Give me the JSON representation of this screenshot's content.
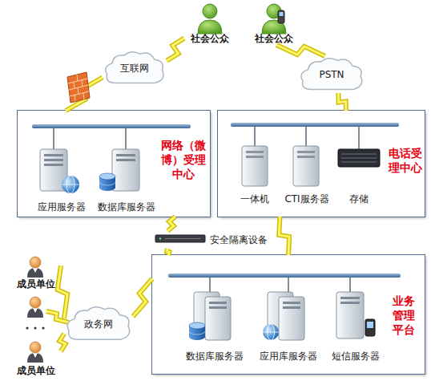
{
  "diagram": {
    "nodes": [
      {
        "text": [
          "社会公众"
        ]
      },
      {
        "text": [
          "社会公众"
        ]
      },
      {
        "text": [
          "互联网"
        ]
      },
      {
        "text": [
          "PSTN"
        ]
      },
      {
        "text": [
          "网络（微博）受理中心"
        ]
      },
      {
        "text": [
          "应用服务器"
        ],
        "in": 4
      },
      {
        "text": [
          "数据库服务器"
        ],
        "in": 4
      },
      {
        "text": [
          "电话受理中心"
        ]
      },
      {
        "text": [
          "一体机"
        ],
        "in": 7
      },
      {
        "text": [
          "CTI服务器"
        ],
        "in": 7
      },
      {
        "text": [
          "存储"
        ],
        "in": 7
      },
      {
        "text": [
          "安全隔离设备"
        ]
      },
      {
        "text": [
          "业务管理平台"
        ]
      },
      {
        "text": [
          "数据库服务器"
        ],
        "in": 12
      },
      {
        "text": [
          "应用库服务器"
        ],
        "in": 12
      },
      {
        "text": [
          "短信服务器"
        ],
        "in": 12
      },
      {
        "text": [
          "成员单位"
        ]
      },
      {
        "text": [
          "政务网"
        ]
      },
      {
        "text": [
          "成员单位"
        ]
      }
    ],
    "edges": [
      {
        "from": 0,
        "to": 2,
        "arrow": "none"
      },
      {
        "from": 1,
        "to": 3,
        "arrow": "none"
      },
      {
        "from": 2,
        "to": 4,
        "arrow": "none"
      },
      {
        "from": 3,
        "to": 7,
        "arrow": "none"
      },
      {
        "from": 4,
        "to": 11,
        "arrow": "none"
      },
      {
        "from": 11,
        "to": 12,
        "arrow": "none"
      },
      {
        "from": 7,
        "to": 12,
        "arrow": "none"
      },
      {
        "from": 16,
        "to": 17,
        "arrow": "none"
      },
      {
        "from": 18,
        "to": 17,
        "arrow": "none"
      },
      {
        "from": 17,
        "to": 12,
        "arrow": "none"
      }
    ]
  }
}
